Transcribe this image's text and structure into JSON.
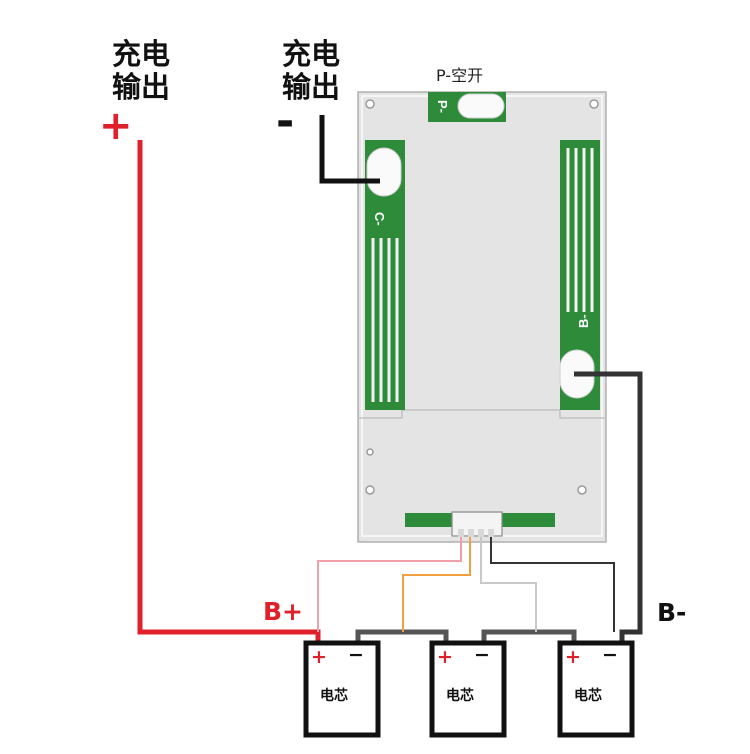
{
  "labels": {
    "charge_out_pos": "充电\n输出",
    "charge_out_neg": "充电\n输出",
    "plus_sign": "+",
    "minus_sign": "-",
    "p_open": "P-空开",
    "b_plus": "B+",
    "b_minus": "B-"
  },
  "board": {
    "pad_p": "P-",
    "pad_c": "C-",
    "pad_b": "B-"
  },
  "cells": [
    {
      "plus": "+",
      "minus": "−",
      "name": "电芯"
    },
    {
      "plus": "+",
      "minus": "−",
      "name": "电芯"
    },
    {
      "plus": "+",
      "minus": "−",
      "name": "电芯"
    }
  ],
  "colors": {
    "positive_wire": "#e0202a",
    "negative_wire": "#111111",
    "pcb_green": "#2e8b3a",
    "plate_silver": "#e3e3e3",
    "sense_pink": "#f0a0a8",
    "sense_orange": "#f0a040",
    "sense_gray": "#c8c8c8"
  }
}
